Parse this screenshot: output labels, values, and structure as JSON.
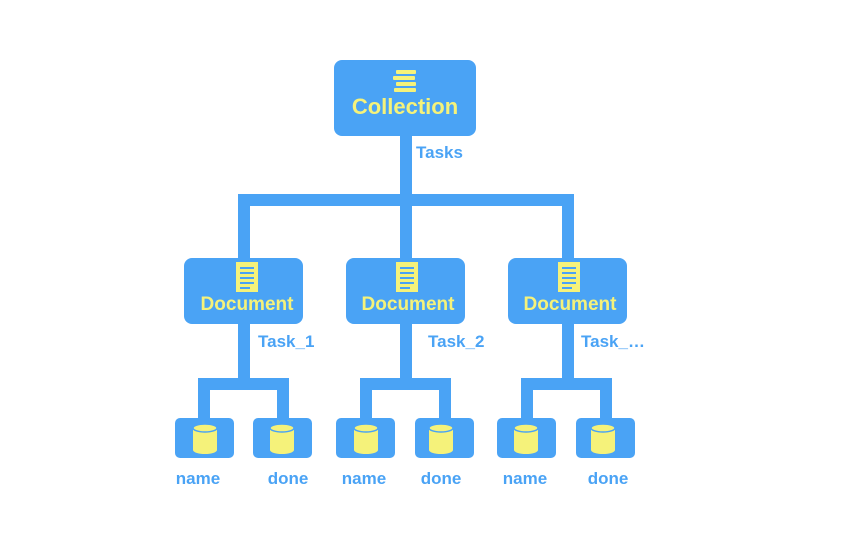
{
  "colors": {
    "box": "#4aa3f5",
    "connector": "#4aa3f5",
    "box_text": "#f5f27a",
    "label_text": "#4aa3f5",
    "icon_fill": "#f5f27a"
  },
  "collection": {
    "title": "Collection",
    "icon": "stacked-books-icon",
    "edge_label": "Tasks"
  },
  "documents": [
    {
      "title": "Document",
      "icon": "document-icon",
      "edge_label": "Task_1",
      "fields": [
        {
          "icon": "database-cylinder-icon",
          "label": "name"
        },
        {
          "icon": "database-cylinder-icon",
          "label": "done"
        }
      ]
    },
    {
      "title": "Document",
      "icon": "document-icon",
      "edge_label": "Task_2",
      "fields": [
        {
          "icon": "database-cylinder-icon",
          "label": "name"
        },
        {
          "icon": "database-cylinder-icon",
          "label": "done"
        }
      ]
    },
    {
      "title": "Document",
      "icon": "document-icon",
      "edge_label": "Task_…",
      "fields": [
        {
          "icon": "database-cylinder-icon",
          "label": "name"
        },
        {
          "icon": "database-cylinder-icon",
          "label": "done"
        }
      ]
    }
  ]
}
